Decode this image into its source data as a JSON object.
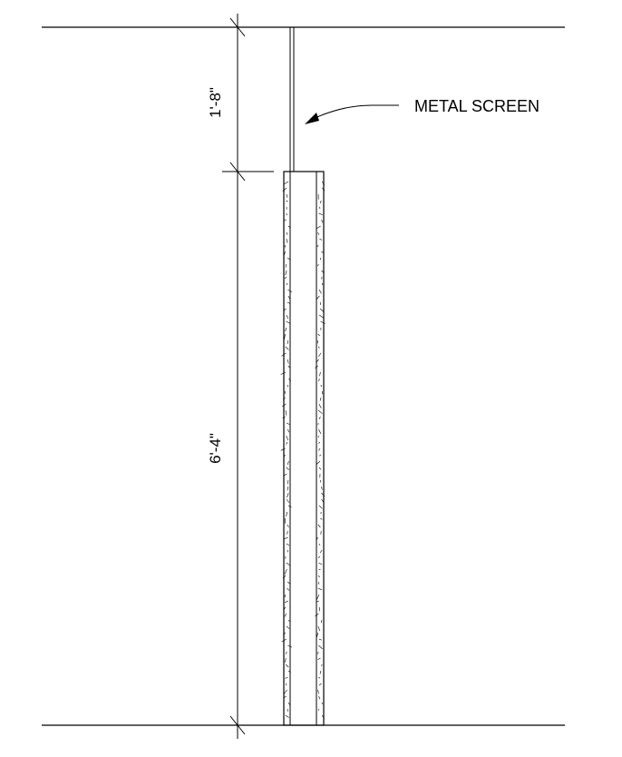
{
  "drawing": {
    "dimensions": {
      "upper": "1'-8\"",
      "lower": "6'-4\""
    },
    "note": {
      "label": "METAL SCREEN"
    }
  }
}
